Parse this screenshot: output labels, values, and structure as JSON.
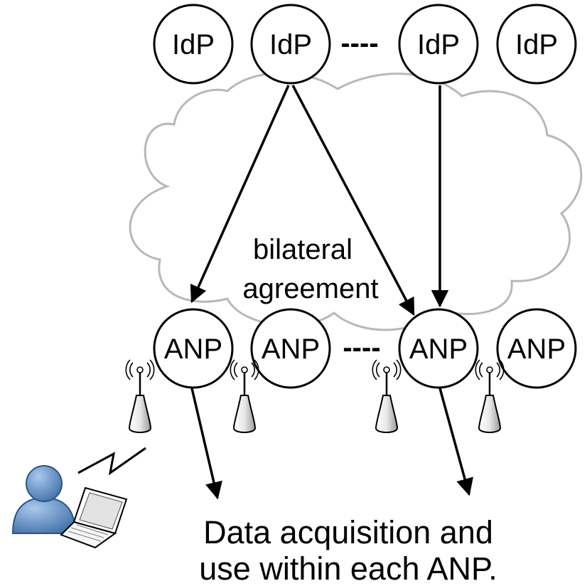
{
  "idp_nodes": [
    {
      "label": "IdP"
    },
    {
      "label": "IdP"
    },
    {
      "label": "IdP"
    },
    {
      "label": "IdP"
    }
  ],
  "idp_ellipsis": "----",
  "anp_nodes": [
    {
      "label": "ANP"
    },
    {
      "label": "ANP"
    },
    {
      "label": "ANP"
    },
    {
      "label": "ANP"
    }
  ],
  "anp_ellipsis": "----",
  "center_label": {
    "line1": "bilateral",
    "line2": "agreement"
  },
  "footer": {
    "line1": "Data acquisition and",
    "line2": "use within each ANP."
  },
  "icons": {
    "cloud": "cloud-shape",
    "antenna": "wireless-access-point-icon",
    "user": "user-icon",
    "laptop": "laptop-icon",
    "wireless_link": "wireless-link-icon"
  },
  "colors": {
    "cloud_stroke": "#b8b8b8",
    "node_stroke": "#000000",
    "user_fill": "#5b8fc9"
  }
}
